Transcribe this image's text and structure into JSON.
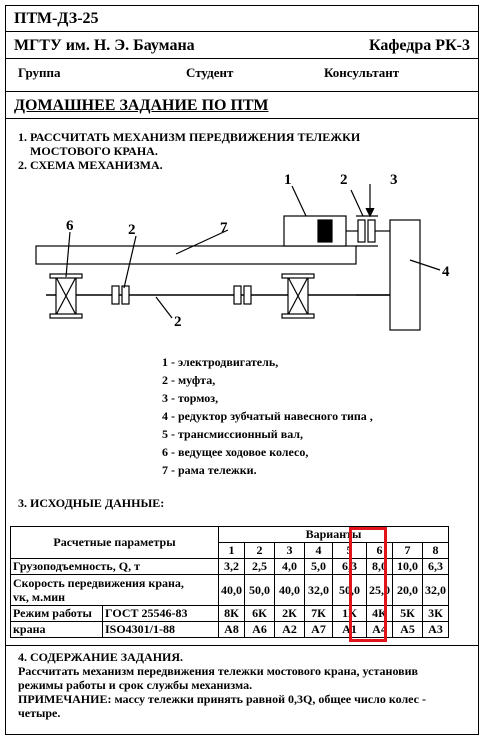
{
  "header": {
    "code": "ПТМ-ДЗ-25",
    "university": "МГТУ им. Н. Э. Баумана",
    "department": "Кафедра РК-3",
    "group_label": "Группа",
    "student_label": "Студент",
    "consultant_label": "Консультант",
    "title": "ДОМАШНЕЕ ЗАДАНИЕ ПО ПТМ"
  },
  "section1": {
    "line1": "1. РАССЧИТАТЬ  МЕХАНИЗМ  ПЕРЕДВИЖЕНИЯ ТЕЛЕЖКИ",
    "line2": "МОСТОВОГО  КРАНА."
  },
  "section2": {
    "title": "2. СХЕМА МЕХАНИЗМА.",
    "labels": [
      "1",
      "2",
      "3",
      "4",
      "2",
      "2",
      "6",
      "7"
    ]
  },
  "legend": [
    "1 - электродвигатель,",
    "2 - муфта,",
    "3 - тормоз,",
    "4 - редуктор зубчатый навесного типа ,",
    "5 - трансмиссионный вал,",
    "6 - ведущее ходовое колесо,",
    "7 - рама тележки."
  ],
  "section3": {
    "title": "3. ИСХОДНЫЕ ДАННЫЕ:",
    "params_header": "Расчетные параметры",
    "variants_header": "Варианты",
    "variant_numbers": [
      "1",
      "2",
      "3",
      "4",
      "5",
      "6",
      "7",
      "8"
    ],
    "rows": {
      "capacity_label": "Грузоподъемность, Q, т",
      "capacity": [
        "3,2",
        "2,5",
        "4,0",
        "5,0",
        "6,3",
        "8,0",
        "10,0",
        "6,3"
      ],
      "speed_label_1": "Скорость передвижения крана,",
      "speed_label_2": "vк, м.мин",
      "speed": [
        "40,0",
        "50,0",
        "40,0",
        "32,0",
        "50,0",
        "25,0",
        "20,0",
        "32,0"
      ],
      "mode_label_1": "Режим работы",
      "mode_label_2": "крана",
      "gost": "ГОСТ 25546-83",
      "iso": "ISO4301/1-88",
      "gost_values": [
        "8К",
        "6К",
        "2К",
        "7К",
        "1К",
        "4К",
        "5К",
        "3К"
      ],
      "iso_values": [
        "А8",
        "А6",
        "А2",
        "А7",
        "А1",
        "А4",
        "А5",
        "А3"
      ]
    },
    "highlight_color": "#e0141b"
  },
  "section4": {
    "title": "4. СОДЕРЖАНИЕ ЗАДАНИЯ.",
    "line1": "Рассчитать механизм передвижения   тележки мостового крана, установив",
    "line2": "режимы  работы и срок службы механизма.",
    "line3": "ПРИМЕЧАНИЕ:  массу тележки принять равной 0,3Q,  общее число колес -",
    "line4": "четыре."
  }
}
